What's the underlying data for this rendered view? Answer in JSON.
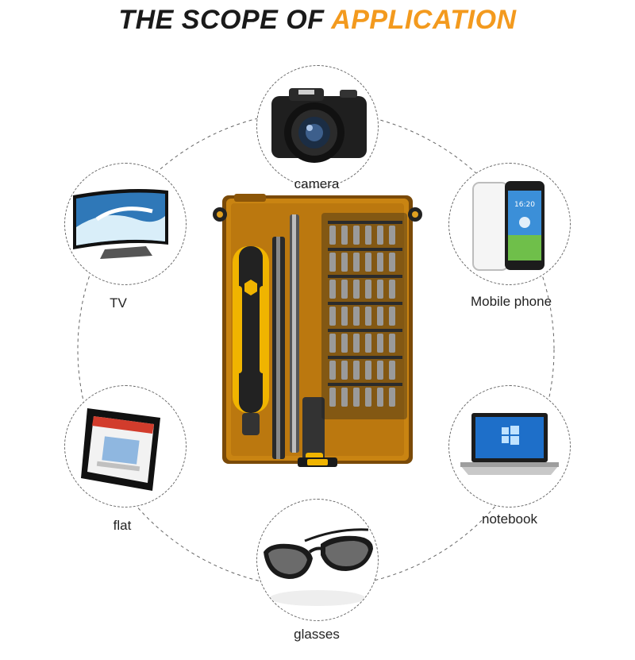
{
  "title": {
    "part1": "THE SCOPE OF ",
    "part2": "APPLICATION",
    "colors": {
      "part1": "#1a1a1a",
      "part2": "#f39a1e"
    }
  },
  "product": {
    "name": "screwdriver-kit-icon",
    "colors": {
      "case": "#c98412",
      "handle_yellow": "#f0b400",
      "handle_black": "#222222"
    }
  },
  "applications": [
    {
      "label": "camera",
      "icon": "camera-icon"
    },
    {
      "label": "TV",
      "icon": "tv-icon"
    },
    {
      "label": "Mobile phone",
      "icon": "mobile-phone-icon"
    },
    {
      "label": "flat",
      "icon": "tablet-icon"
    },
    {
      "label": "notebook",
      "icon": "notebook-icon"
    },
    {
      "label": "glasses",
      "icon": "glasses-icon"
    }
  ]
}
